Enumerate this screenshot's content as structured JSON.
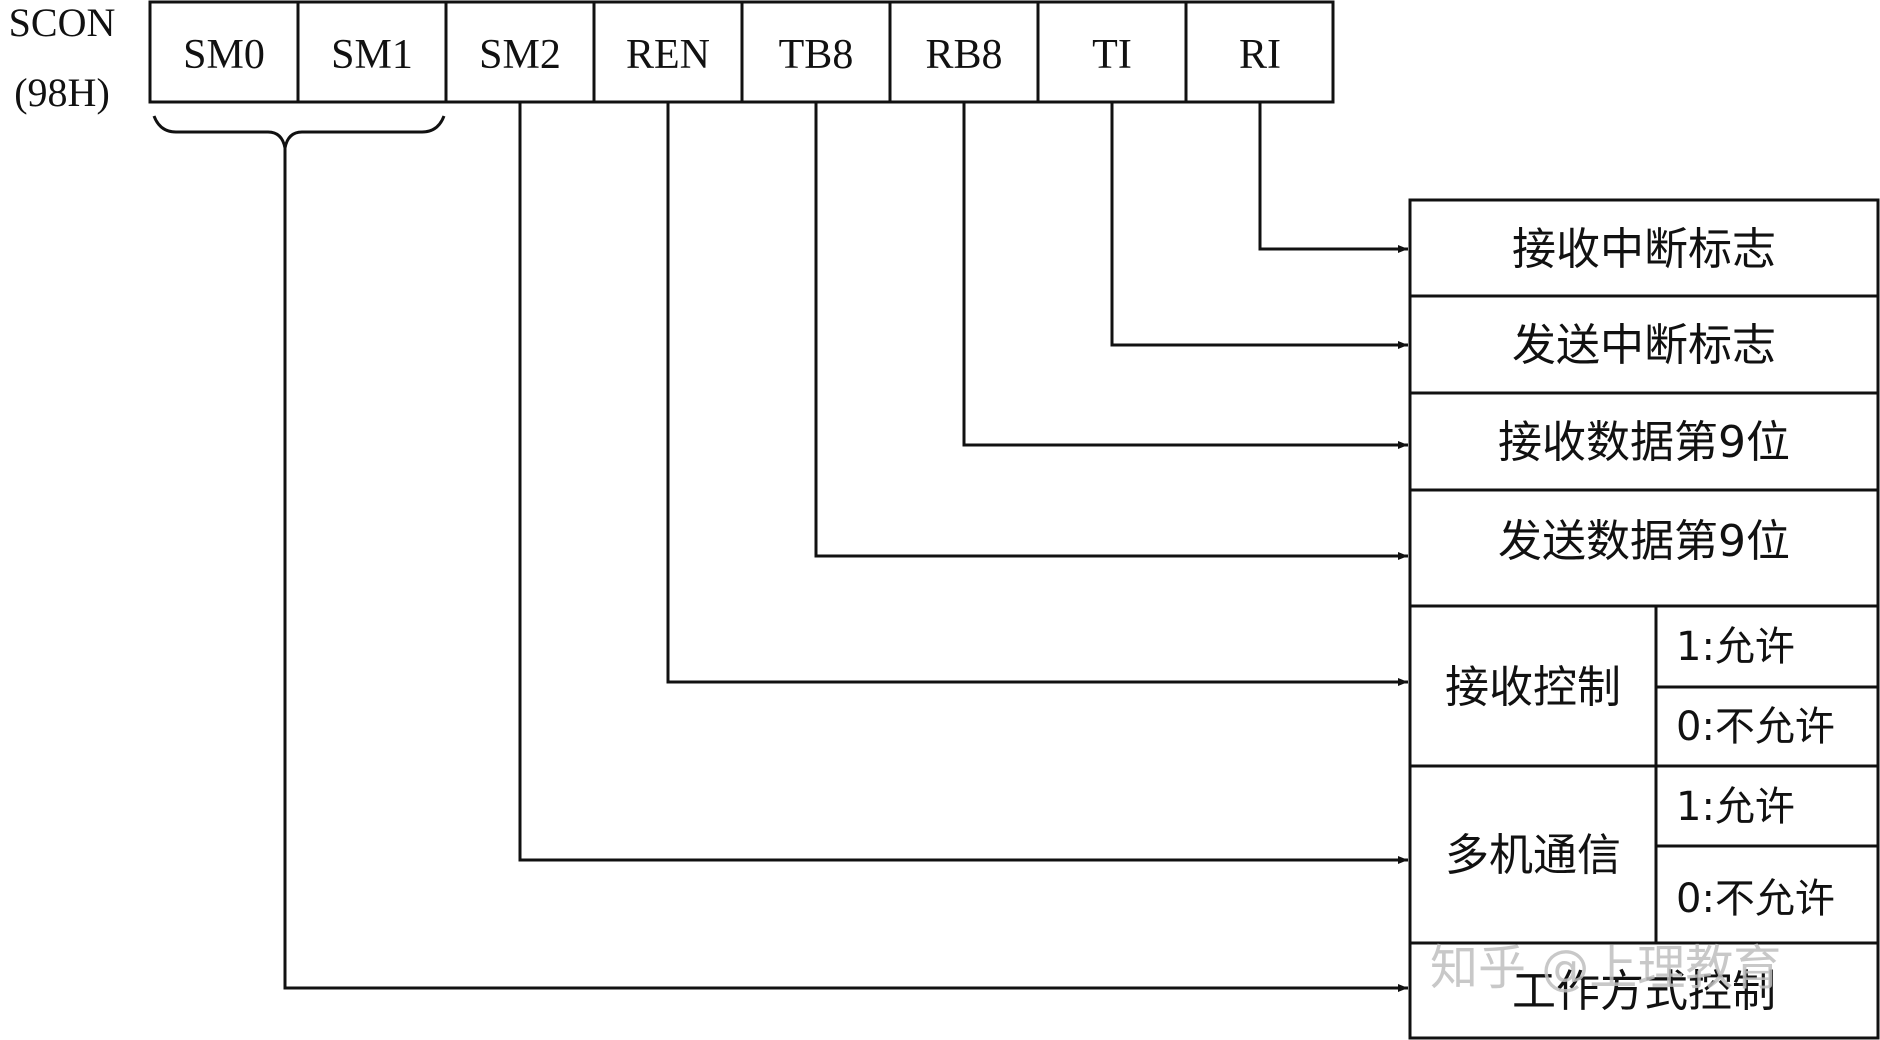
{
  "register": {
    "name": "SCON",
    "address": "(98H)",
    "bits": [
      "SM0",
      "SM1",
      "SM2",
      "REN",
      "TB8",
      "RB8",
      "TI",
      "RI"
    ]
  },
  "functions": {
    "ri": "接收中断标志",
    "ti": "发送中断标志",
    "rb8": "接收数据第9位",
    "tb8": "发送数据第9位",
    "ren": {
      "label": "接收控制",
      "option_1": "1:允许",
      "option_0": "0:不允许"
    },
    "sm2": {
      "label": "多机通信",
      "option_1": "1:允许",
      "option_0": "0:不允许"
    },
    "sm01": "工作方式控制"
  },
  "watermark": "知乎 @上理教育",
  "colors": {
    "line": "#111111",
    "text": "#111111",
    "watermark": "#bfbfbf"
  }
}
